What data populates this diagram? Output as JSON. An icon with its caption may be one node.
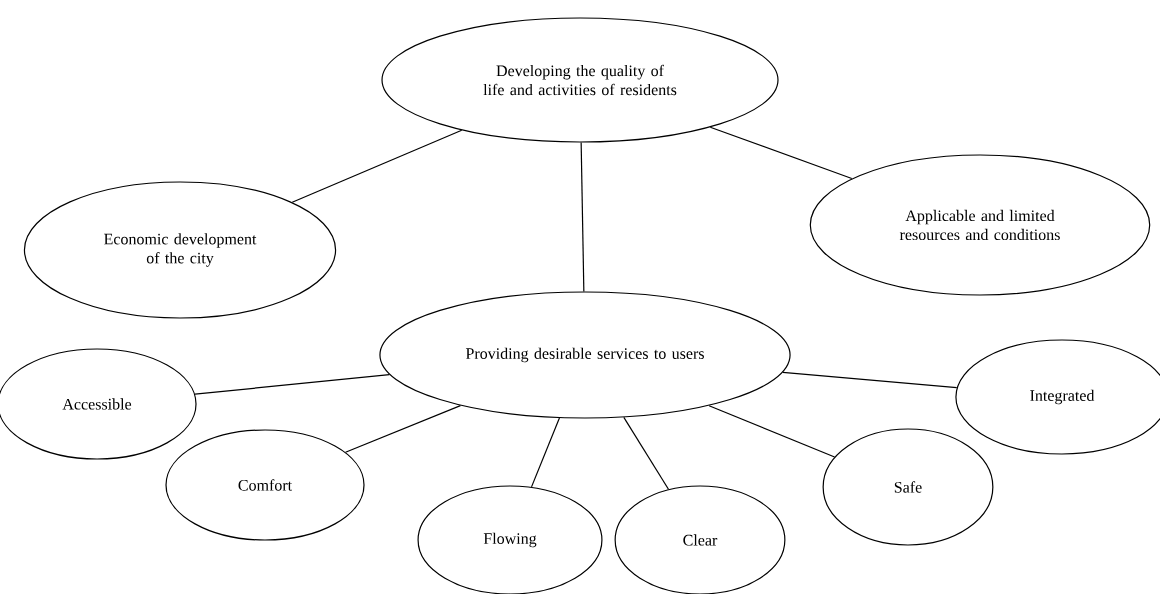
{
  "diagram": {
    "nodes": [
      {
        "text": [
          "Developing the quality of life and activities of residents"
        ]
      },
      {
        "text": [
          "Economic development of the city"
        ]
      },
      {
        "text": [
          "Applicable and limited resources and conditions"
        ]
      },
      {
        "text": [
          "Providing desirable services to users"
        ]
      },
      {
        "text": [
          "Accessible"
        ]
      },
      {
        "text": [
          "Comfort"
        ]
      },
      {
        "text": [
          "Flowing"
        ]
      },
      {
        "text": [
          "Clear"
        ]
      },
      {
        "text": [
          "Safe"
        ]
      },
      {
        "text": [
          "Integrated"
        ]
      }
    ],
    "edges": [
      {
        "from": 0,
        "to": 1,
        "arrow": "none"
      },
      {
        "from": 0,
        "to": 2,
        "arrow": "none"
      },
      {
        "from": 0,
        "to": 3,
        "arrow": "none"
      },
      {
        "from": 3,
        "to": 4,
        "arrow": "none"
      },
      {
        "from": 3,
        "to": 5,
        "arrow": "none"
      },
      {
        "from": 3,
        "to": 6,
        "arrow": "none"
      },
      {
        "from": 3,
        "to": 7,
        "arrow": "none"
      },
      {
        "from": 3,
        "to": 8,
        "arrow": "none"
      },
      {
        "from": 3,
        "to": 9,
        "arrow": "none"
      }
    ]
  }
}
